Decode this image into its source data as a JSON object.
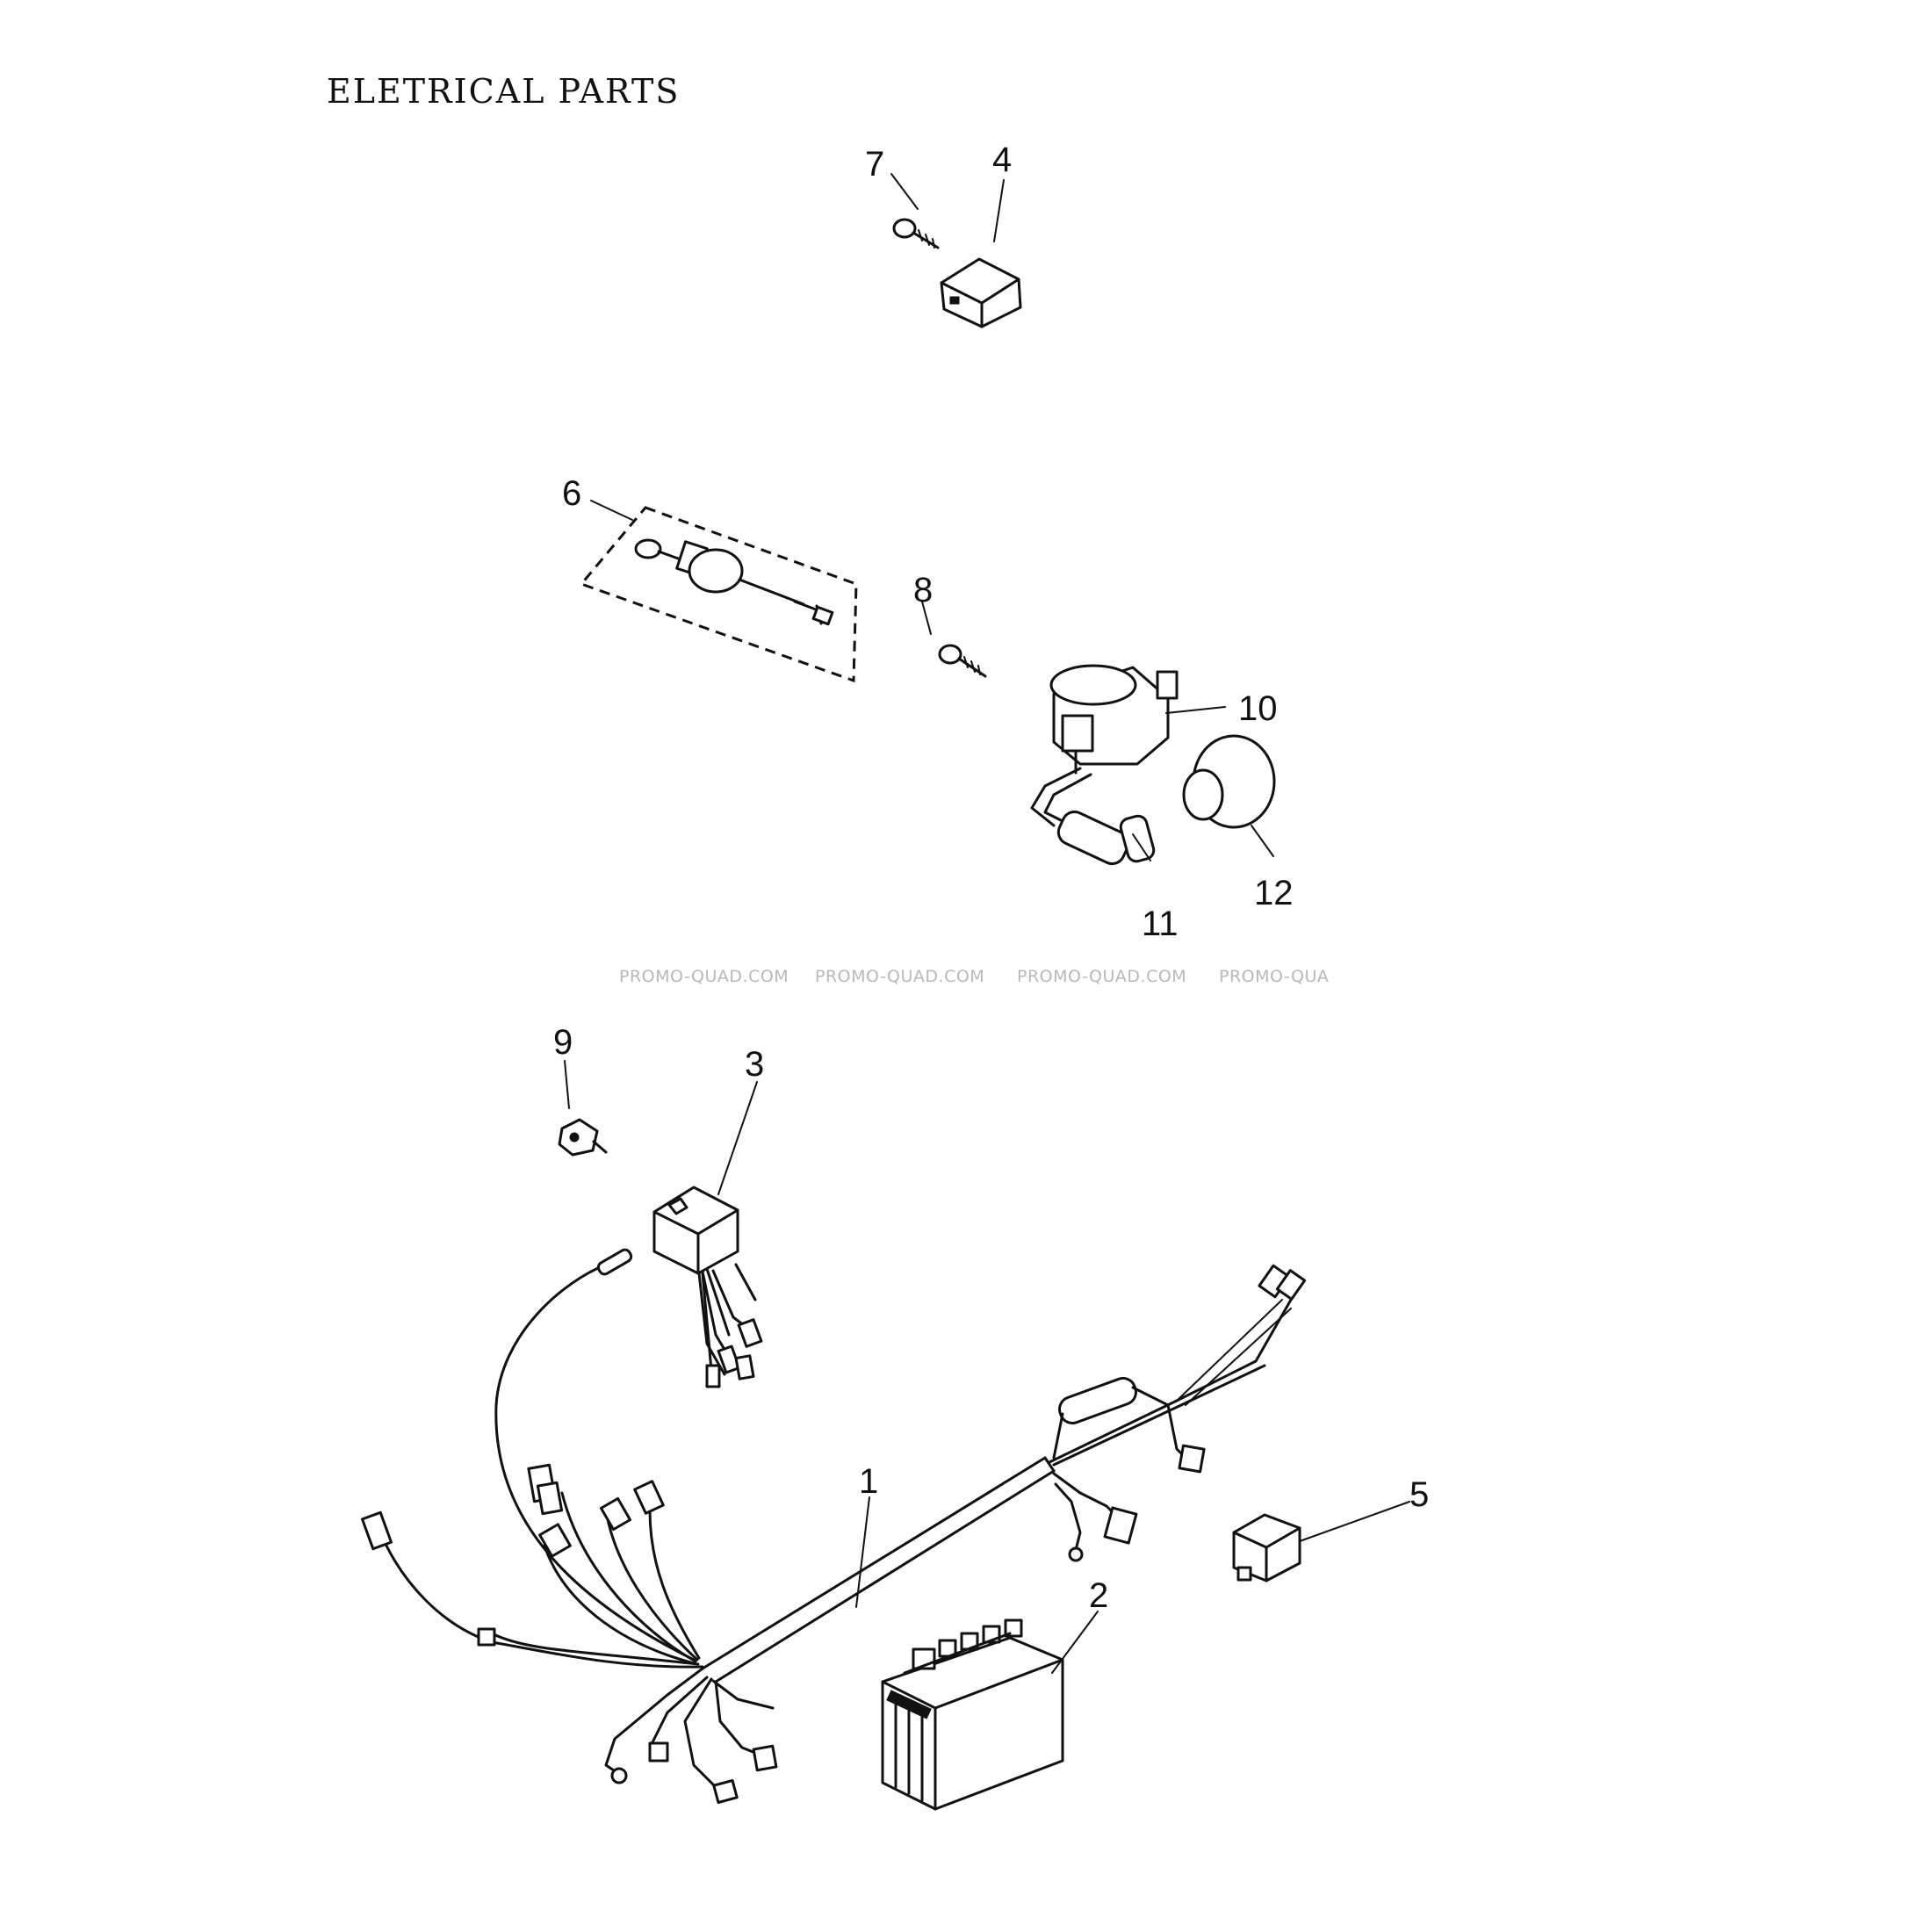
{
  "title": "ELETRICAL PARTS",
  "watermark": [
    "PROMO-QUAD.COM",
    "PROMO-QUAD.COM",
    "PROMO-QUAD.COM",
    "PROMO-QUA"
  ],
  "callouts": {
    "c1": "1",
    "c2": "2",
    "c3": "3",
    "c4": "4",
    "c5": "5",
    "c6": "6",
    "c7": "7",
    "c8": "8",
    "c9": "9",
    "c10": "10",
    "c11": "11",
    "c12": "12"
  },
  "colors": {
    "ink": "#111111",
    "watermark": "#b8b8b8",
    "background": "#ffffff"
  }
}
